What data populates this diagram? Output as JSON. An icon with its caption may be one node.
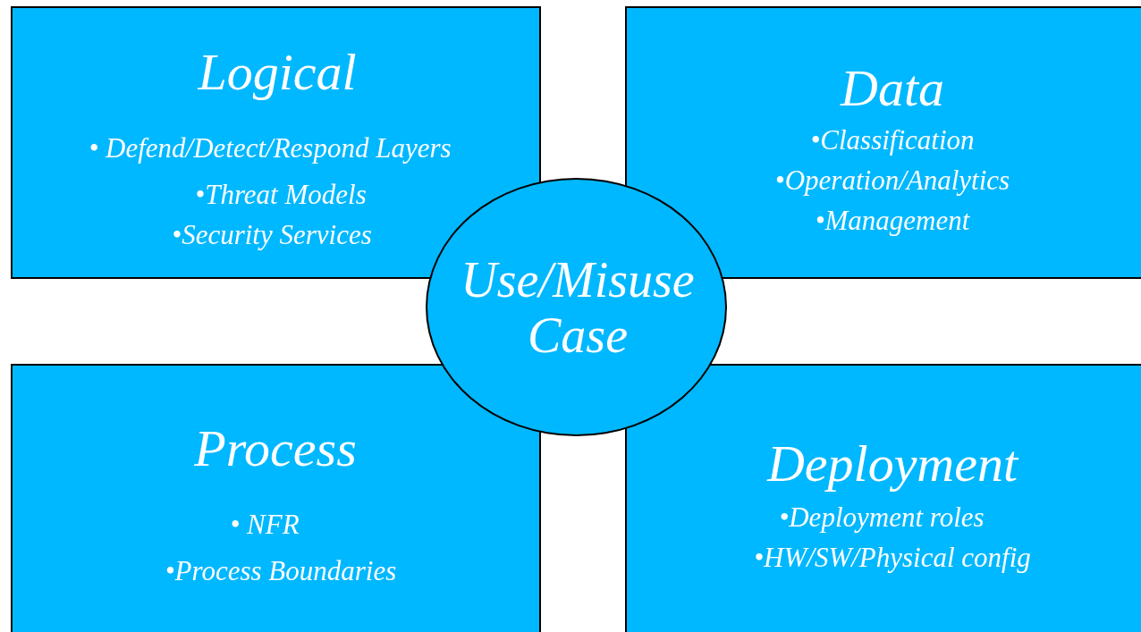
{
  "diagram": {
    "nodes": [
      {
        "text": [
          "Logical",
          "• Defend/Detect/Respond Layers",
          "•Threat Models",
          "•Security Services"
        ]
      },
      {
        "text": [
          "Data",
          "•Classification",
          "•Operation/Analytics",
          "•Management"
        ]
      },
      {
        "text": [
          "Process",
          "• NFR",
          "•Process Boundaries"
        ]
      },
      {
        "text": [
          "Deployment",
          "•Deployment roles",
          "•HW/SW/Physical config"
        ]
      },
      {
        "text": [
          "Use/Misuse Case"
        ]
      }
    ]
  }
}
